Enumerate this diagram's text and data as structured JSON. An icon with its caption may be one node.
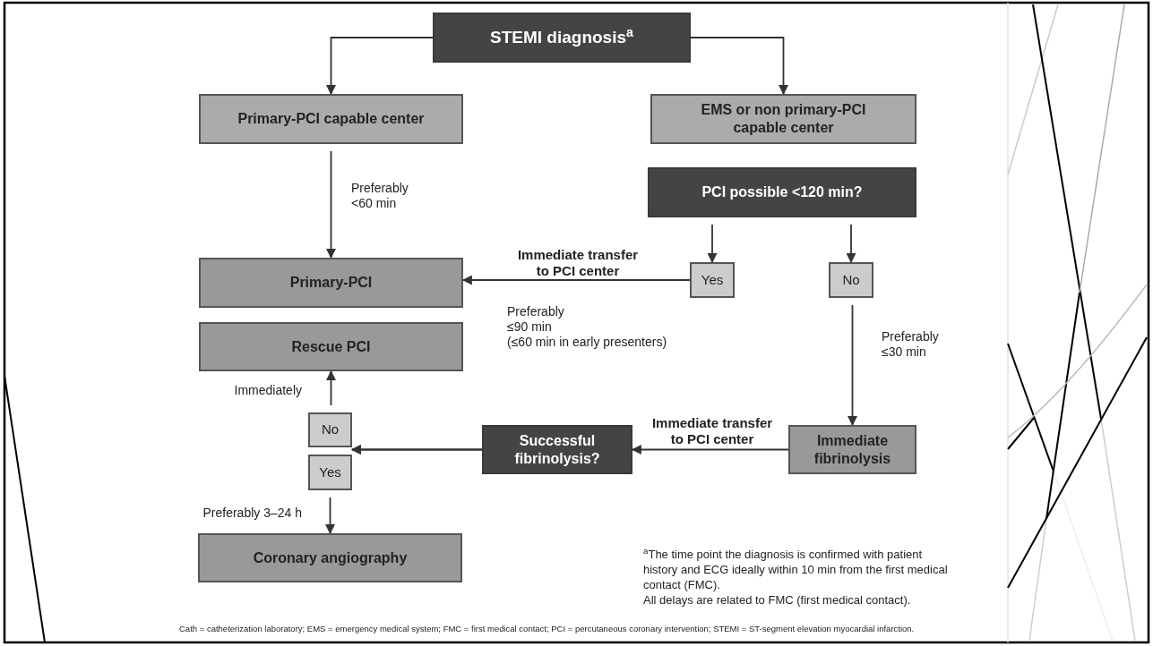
{
  "diagram": {
    "nodes": [
      {
        "text": [
          "STEMI diagnosis$^{a}$"
        ]
      },
      {
        "text": [
          "Primary-PCI capable center"
        ]
      },
      {
        "text": [
          "EMS or non primary-PCI capable center"
        ]
      },
      {
        "text": [
          "PCI possible <120 min?"
        ]
      },
      {
        "text": [
          "Yes"
        ]
      },
      {
        "text": [
          "No"
        ]
      },
      {
        "text": [
          "Primary-PCI"
        ]
      },
      {
        "text": [
          "Rescue PCI"
        ]
      },
      {
        "text": [
          "No"
        ]
      },
      {
        "text": [
          "Yes"
        ]
      },
      {
        "text": [
          "Successful fibrinolysis?"
        ]
      },
      {
        "text": [
          "Immediate fibrinolysis"
        ]
      },
      {
        "text": [
          "Coronary angiography"
        ]
      }
    ],
    "edges": [
      {
        "from": 0,
        "to": 1,
        "arrow": "to"
      },
      {
        "from": 0,
        "to": 2,
        "arrow": "to"
      },
      {
        "from": 1,
        "to": 6,
        "arrow": "to",
        "label": "Preferably <60 min"
      },
      {
        "from": 3,
        "to": 4,
        "arrow": "to"
      },
      {
        "from": 3,
        "to": 5,
        "arrow": "to"
      },
      {
        "from": 4,
        "to": 6,
        "arrow": "to",
        "label": "Immediate transfer to PCI center"
      },
      {
        "from": 5,
        "to": 11,
        "arrow": "to",
        "label": "Preferably ≤30 min"
      },
      {
        "from": 11,
        "to": 10,
        "arrow": "to",
        "label": "Immediate transfer to PCI center"
      },
      {
        "from": 10,
        "to": 8,
        "arrow": "to"
      },
      {
        "from": 10,
        "to": 9,
        "arrow": "to"
      },
      {
        "from": 8,
        "to": 7,
        "arrow": "to",
        "label": "Immediately"
      },
      {
        "from": 9,
        "to": 12,
        "arrow": "to",
        "label": "Preferably 3–24 h"
      }
    ],
    "labels": [
      "Preferably ≤90 min",
      "(≤60 min in early presenters)",
      "$^{a}$The time point the diagnosis is confirmed with patient history and ECG ideally within 10 min from the first medical contact (FMC).",
      "All delays are related to FMC (first medical contact).",
      "Cath = catheterization laboratory; EMS = emergency medical system; FMC = first medical contact; PCI = percutaneous coronary intervention; STEMI = ST-segment elevation myocardial infarction."
    ]
  }
}
